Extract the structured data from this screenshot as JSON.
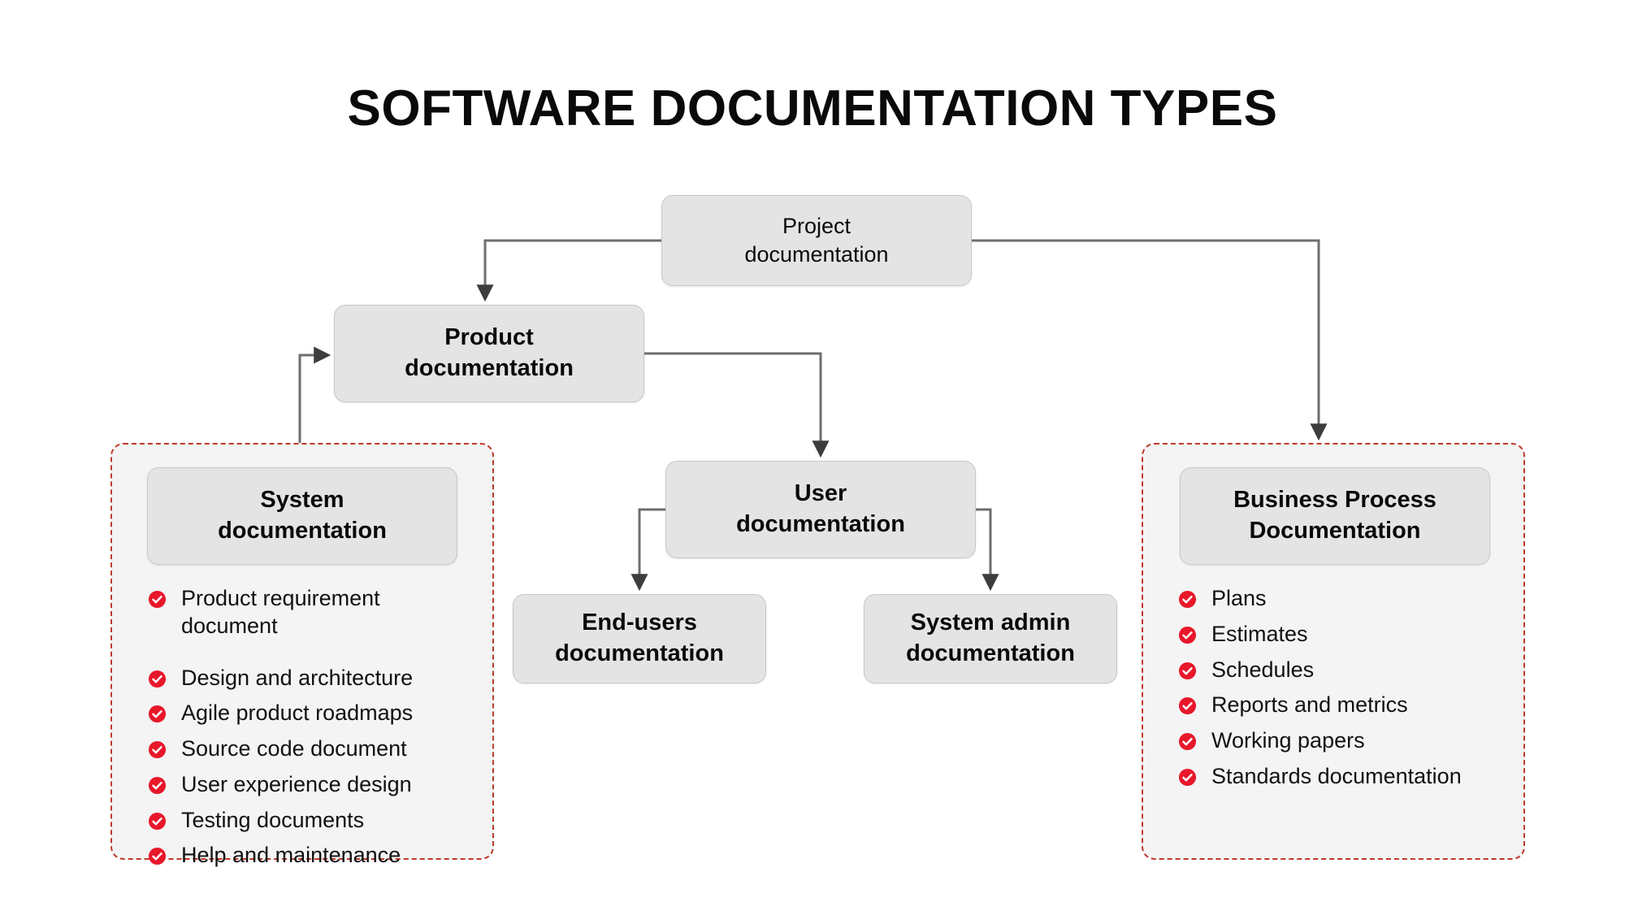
{
  "title": "SOFTWARE DOCUMENTATION TYPES",
  "colors": {
    "accent_red": "#e8172a",
    "dashed_border": "#c0392b",
    "node_fill": "#e4e4e4",
    "panel_fill": "#f4f4f4",
    "connector": "#6e6e6e",
    "text": "#0a0a0a",
    "background": "#ffffff"
  },
  "nodes": {
    "project": {
      "line1": "Project",
      "line2": "documentation"
    },
    "product": {
      "line1": "Product",
      "line2": "documentation"
    },
    "user": {
      "line1": "User",
      "line2": "documentation"
    },
    "system": {
      "line1": "System",
      "line2": "documentation"
    },
    "business": {
      "line1": "Business Process",
      "line2": "Documentation"
    },
    "endusers": {
      "line1": "End-users",
      "line2": "documentation"
    },
    "sysadmin": {
      "line1": "System admin",
      "line2": "documentation"
    }
  },
  "lists": {
    "system_documentation": [
      "Product requirement document",
      "Design and architecture",
      "Agile product roadmaps",
      "Source code document",
      "User experience design",
      "Testing documents",
      "Help and maintenance"
    ],
    "business_process_documentation": [
      "Plans",
      "Estimates",
      "Schedules",
      "Reports and metrics",
      "Working papers",
      "Standards documentation"
    ]
  },
  "icons": {
    "bullet": "check-circle-icon"
  },
  "edges": [
    {
      "from": "project",
      "to": "product"
    },
    {
      "from": "project",
      "to": "business"
    },
    {
      "from": "system",
      "to": "product"
    },
    {
      "from": "product",
      "to": "user"
    },
    {
      "from": "user",
      "to": "endusers"
    },
    {
      "from": "user",
      "to": "sysadmin"
    }
  ]
}
